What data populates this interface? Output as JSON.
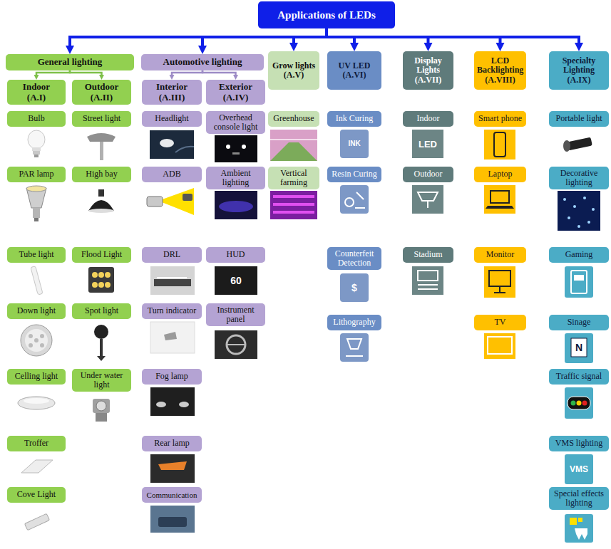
{
  "diagram": {
    "nodes": [
      {
        "text": [
          "Applications of LEDs"
        ]
      },
      {
        "text": [
          "General lighting"
        ]
      },
      {
        "text": [
          "Automotive lighting"
        ]
      },
      {
        "text": [
          "Grow lights (A.V)"
        ]
      },
      {
        "text": [
          "UV LED (A.VI)"
        ]
      },
      {
        "text": [
          "Display Lights (A.VII)"
        ]
      },
      {
        "text": [
          "LCD Backlighting (A.VIII)"
        ]
      },
      {
        "text": [
          "Specialty Lighting (A.IX)"
        ]
      },
      {
        "text": [
          "Indoor (A.I)"
        ]
      },
      {
        "text": [
          "Outdoor (A.II)"
        ]
      },
      {
        "text": [
          "Interior (A.III)"
        ]
      },
      {
        "text": [
          "Exterior (A.IV)"
        ]
      },
      {
        "text": [
          "Bulb"
        ]
      },
      {
        "text": [
          "PAR lamp"
        ]
      },
      {
        "text": [
          "Tube light"
        ]
      },
      {
        "text": [
          "Down light"
        ]
      },
      {
        "text": [
          "Celling light"
        ]
      },
      {
        "text": [
          "Troffer"
        ]
      },
      {
        "text": [
          "Cove Light"
        ]
      },
      {
        "text": [
          "Street light"
        ]
      },
      {
        "text": [
          "High bay"
        ]
      },
      {
        "text": [
          "Flood Light"
        ]
      },
      {
        "text": [
          "Spot light"
        ]
      },
      {
        "text": [
          "Under water light"
        ]
      },
      {
        "text": [
          "Headlight"
        ]
      },
      {
        "text": [
          "ADB"
        ]
      },
      {
        "text": [
          "DRL"
        ]
      },
      {
        "text": [
          "Turn indicator"
        ]
      },
      {
        "text": [
          "Fog lamp"
        ]
      },
      {
        "text": [
          "Rear lamp"
        ]
      },
      {
        "text": [
          "Communication"
        ]
      },
      {
        "text": [
          "Overhead console light"
        ]
      },
      {
        "text": [
          "Ambient lighting"
        ]
      },
      {
        "text": [
          "HUD"
        ]
      },
      {
        "text": [
          "Instrument panel"
        ]
      },
      {
        "text": [
          "Greenhouse"
        ]
      },
      {
        "text": [
          "Vertical farming"
        ]
      },
      {
        "text": [
          "Ink Curing"
        ]
      },
      {
        "text": [
          "Resin Curing"
        ]
      },
      {
        "text": [
          "Counterfeit Detection"
        ]
      },
      {
        "text": [
          "Lithography"
        ]
      },
      {
        "text": [
          "Indoor"
        ]
      },
      {
        "text": [
          "Outdoor"
        ]
      },
      {
        "text": [
          "Stadium"
        ]
      },
      {
        "text": [
          "Smart phone"
        ]
      },
      {
        "text": [
          "Laptop"
        ]
      },
      {
        "text": [
          "Monitor"
        ]
      },
      {
        "text": [
          "TV"
        ]
      },
      {
        "text": [
          "Portable light"
        ]
      },
      {
        "text": [
          "Decorative lighting"
        ]
      },
      {
        "text": [
          "Gaming"
        ]
      },
      {
        "text": [
          "Sinage"
        ]
      },
      {
        "text": [
          "Traffic signal"
        ]
      },
      {
        "text": [
          "VMS lighting"
        ]
      },
      {
        "text": [
          "Special effects lighting"
        ]
      }
    ],
    "edges": [
      {
        "from": 0,
        "to": 1,
        "arrow": "to"
      },
      {
        "from": 0,
        "to": 2,
        "arrow": "to"
      },
      {
        "from": 0,
        "to": 3,
        "arrow": "to"
      },
      {
        "from": 0,
        "to": 4,
        "arrow": "to"
      },
      {
        "from": 0,
        "to": 5,
        "arrow": "to"
      },
      {
        "from": 0,
        "to": 6,
        "arrow": "to"
      },
      {
        "from": 0,
        "to": 7,
        "arrow": "to"
      },
      {
        "from": 1,
        "to": 8,
        "arrow": "to"
      },
      {
        "from": 1,
        "to": 9,
        "arrow": "to"
      },
      {
        "from": 2,
        "to": 10,
        "arrow": "to"
      },
      {
        "from": 2,
        "to": 11,
        "arrow": "to"
      }
    ],
    "labels": [
      "INK",
      "LED",
      "60",
      "$",
      "N",
      "VMS"
    ]
  }
}
